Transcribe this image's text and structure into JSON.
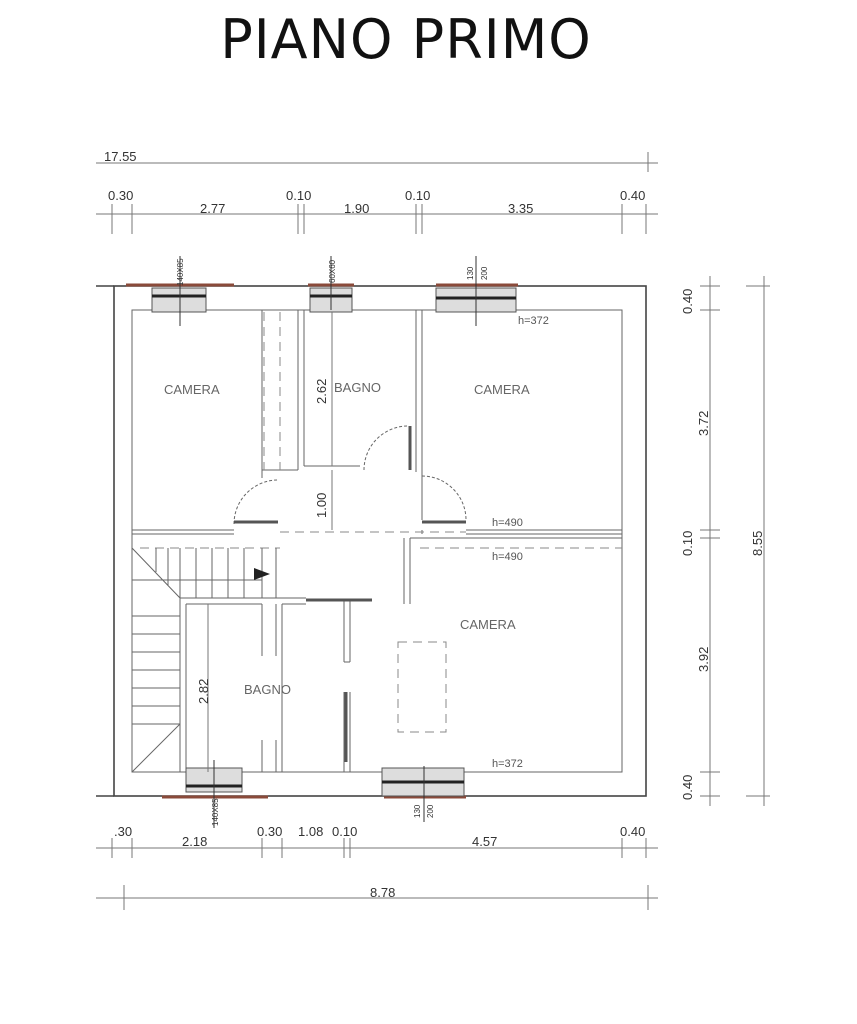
{
  "title": "PIANO PRIMO",
  "dimensions": {
    "overall_top": "17.55",
    "top": [
      "0.30",
      "2.77",
      "0.10",
      "1.90",
      "0.10",
      "3.35",
      "0.40"
    ],
    "bottom": [
      ".30",
      "2.18",
      "0.30",
      "1.08",
      "0.10",
      "4.57",
      "0.40"
    ],
    "overall_bottom": "8.78",
    "right": [
      "0.40",
      "3.72",
      "0.10",
      "3.92",
      "0.40"
    ],
    "overall_right": "8.55",
    "inner": [
      "2.62",
      "1.00",
      "2.82"
    ]
  },
  "rooms": {
    "camera_nw": "CAMERA",
    "bagno_top": "BAGNO",
    "camera_ne": "CAMERA",
    "camera_se": "CAMERA",
    "bagno_bottom": "BAGNO"
  },
  "heights": [
    "h=372",
    "h=490",
    "h=490",
    "h=372"
  ],
  "windows": {
    "w1": "140X85",
    "w2": "60X60",
    "w3a": "130",
    "w3b": "200",
    "w4": "140X85",
    "w5a": "130",
    "w5b": "200"
  }
}
